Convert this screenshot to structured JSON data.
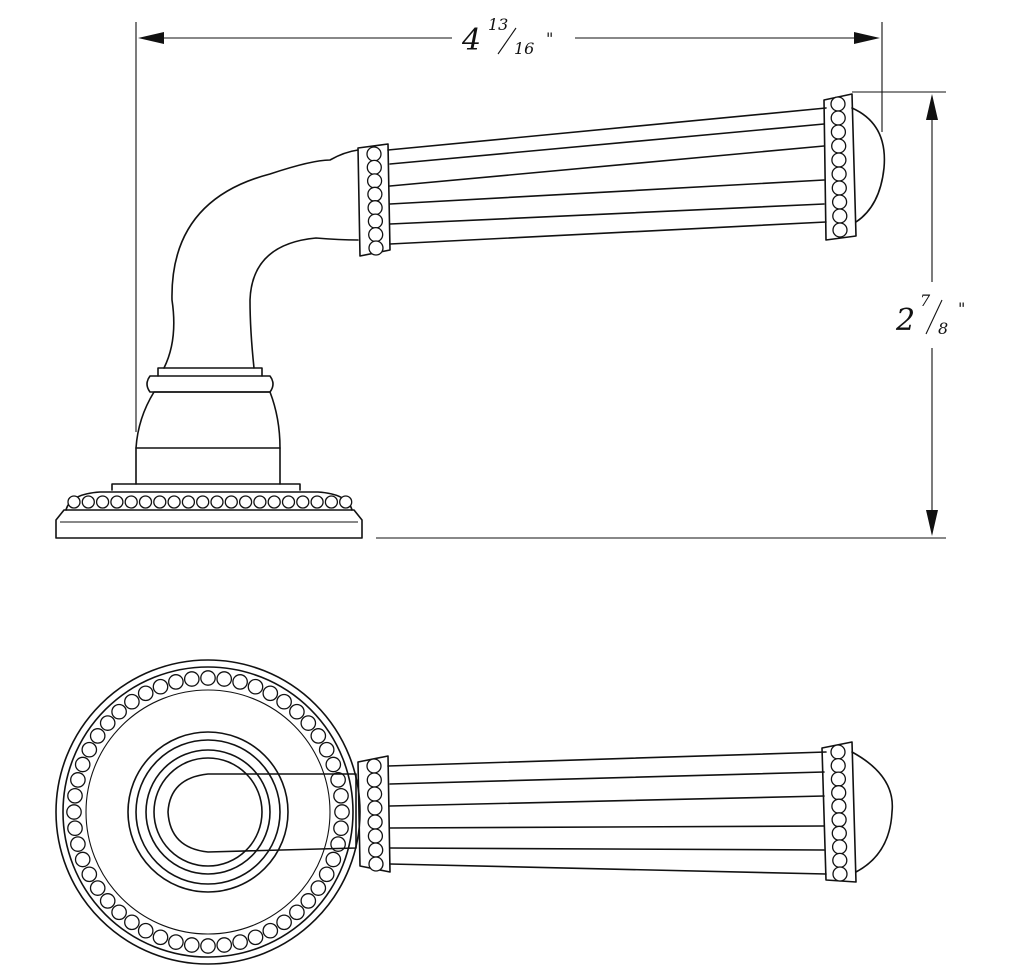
{
  "dimensions": {
    "width": {
      "whole": "4",
      "num": "13",
      "den": "16",
      "mark": "\""
    },
    "height": {
      "whole": "2",
      "num": "7",
      "den": "8",
      "mark": "\""
    }
  },
  "colors": {
    "line": "#111111",
    "background": "#ffffff"
  }
}
